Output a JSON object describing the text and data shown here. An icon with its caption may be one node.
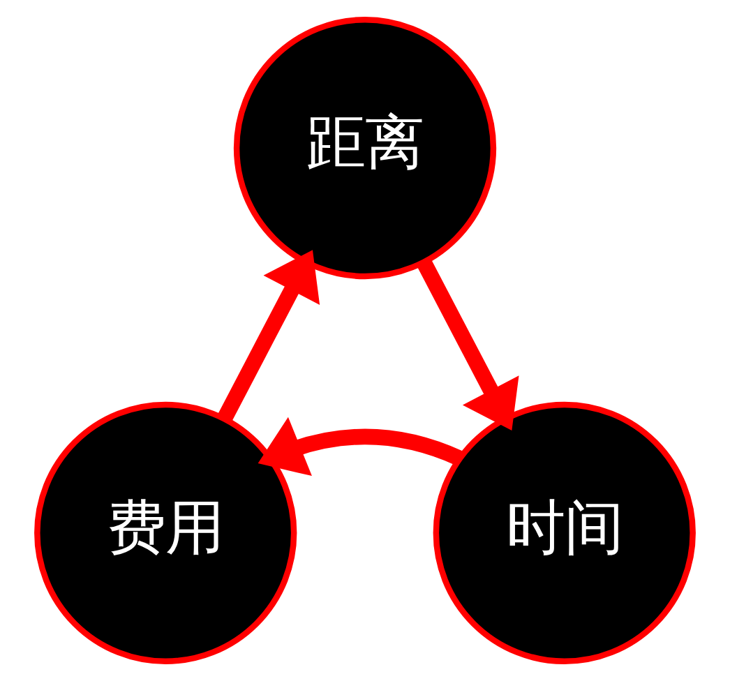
{
  "diagram": {
    "nodes": [
      {
        "text": [
          "距离"
        ]
      },
      {
        "text": [
          "费用"
        ]
      },
      {
        "text": [
          "时间"
        ]
      }
    ],
    "edges": [
      {
        "from": 0,
        "to": 2,
        "arrow": "to"
      },
      {
        "from": 2,
        "to": 1,
        "arrow": "to"
      },
      {
        "from": 1,
        "to": 0,
        "arrow": "to"
      }
    ]
  }
}
